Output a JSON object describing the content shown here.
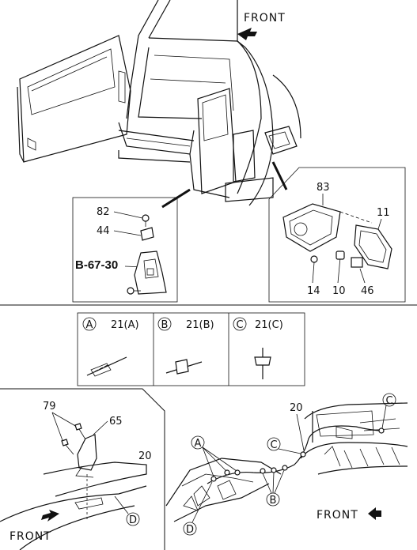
{
  "top": {
    "front_label": "FRONT",
    "left_inset": {
      "labels": [
        "82",
        "44"
      ],
      "ref": "B-67-30"
    },
    "right_inset": {
      "labels": [
        "83",
        "11",
        "14",
        "10",
        "46"
      ]
    }
  },
  "clips": [
    {
      "symbol": "A",
      "label": "21(A)"
    },
    {
      "symbol": "B",
      "label": "21(B)"
    },
    {
      "symbol": "C",
      "label": "21(C)"
    }
  ],
  "bottom_left": {
    "labels": [
      "79",
      "65",
      "20"
    ],
    "symbol_d": "D",
    "front_label": "FRONT"
  },
  "bottom_right": {
    "labels": [
      "20"
    ],
    "symbols": [
      "A",
      "B",
      "C",
      "C",
      "D"
    ],
    "front_label": "FRONT"
  }
}
